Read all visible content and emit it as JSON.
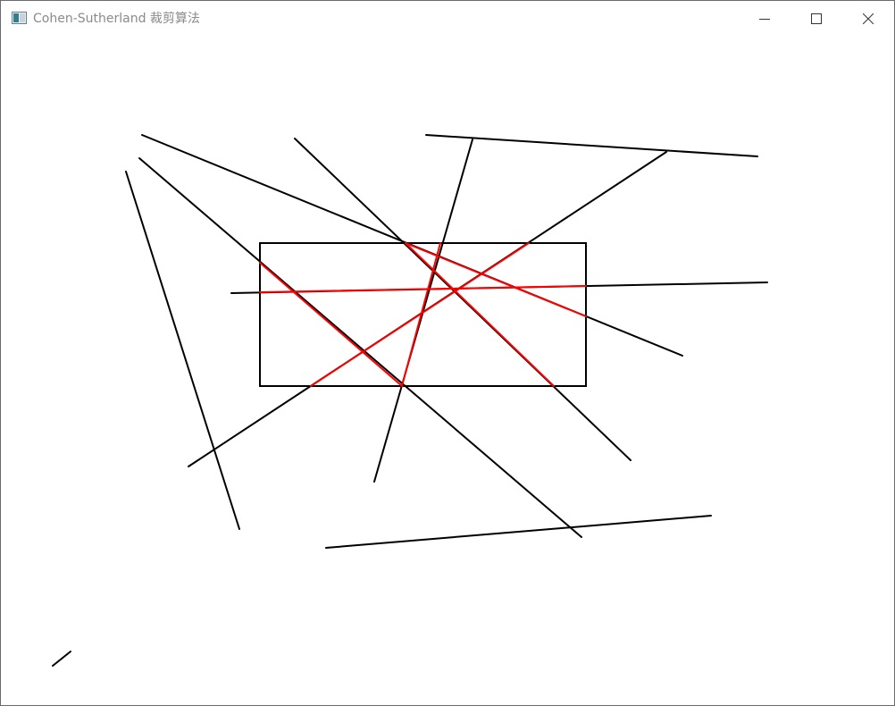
{
  "window": {
    "title": "Cohen-Sutherland 裁剪算法",
    "controls": {
      "minimize": "minimize",
      "maximize": "maximize",
      "close": "close"
    }
  },
  "icons": {
    "app": "app-window-icon",
    "minimize": "minimize-icon",
    "maximize": "maximize-icon",
    "close": "close-icon"
  },
  "colors": {
    "original_line": "#000000",
    "clipped_line": "#ff0000",
    "clip_window": "#000000",
    "title_text": "#8a8a8a"
  }
}
